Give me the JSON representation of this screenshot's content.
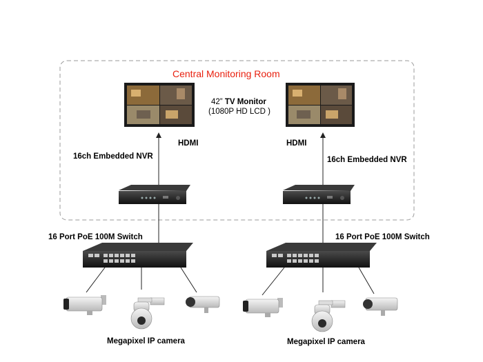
{
  "room_title": "Central Monitoring Room",
  "monitor_label": {
    "size": "42”",
    "name": "TV Monitor",
    "spec": "(1080P HD LCD )"
  },
  "left": {
    "hdmi": "HDMI",
    "nvr": "16ch Embedded NVR",
    "switch": "16 Port PoE 100M Switch",
    "cameras": "Megapixel  IP camera"
  },
  "right": {
    "hdmi": "HDMI",
    "nvr": "16ch Embedded NVR",
    "switch": "16 Port PoE 100M Switch",
    "cameras": "Megapixel IP camera"
  },
  "colors": {
    "title": "#e8200f",
    "room_border": "#9a9a9a",
    "device": "#1c1c1c",
    "line": "#222222"
  }
}
